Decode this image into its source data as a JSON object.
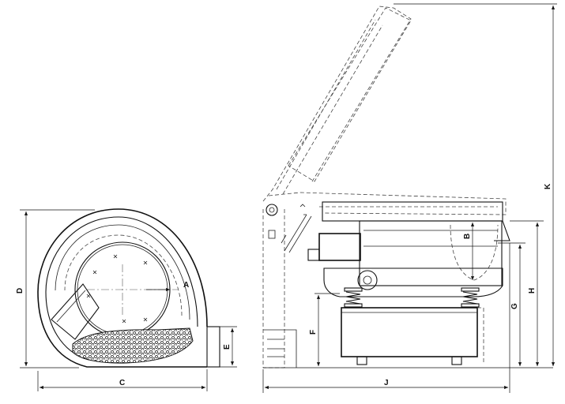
{
  "labels": {
    "A": "A",
    "B": "B",
    "C": "C",
    "D": "D",
    "E": "E",
    "F": "F",
    "G": "G",
    "H": "H",
    "J": "J",
    "K": "K"
  }
}
